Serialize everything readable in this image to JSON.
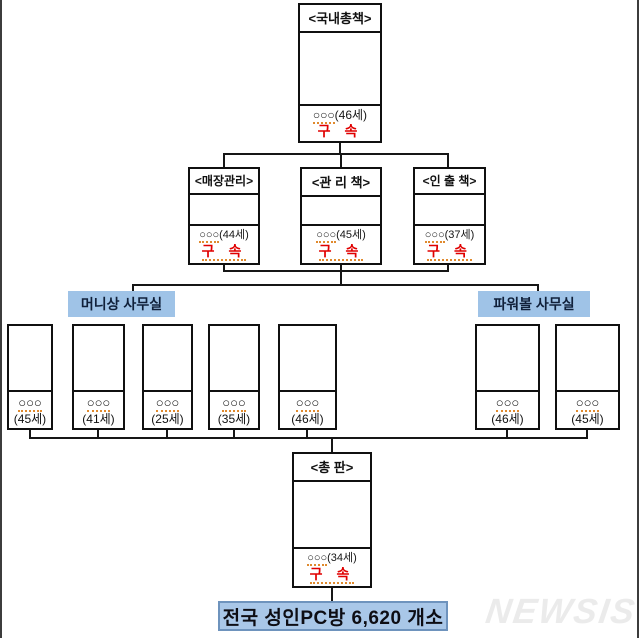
{
  "org": {
    "top": {
      "title": "<국내총책>",
      "circles": "○○○",
      "age": "(46세)",
      "status": "구 속"
    },
    "level2": [
      {
        "title": "<매장관리>",
        "circles": "○○○",
        "age": "(44세)",
        "status": "구 속"
      },
      {
        "title": "<관 리 책>",
        "circles": "○○○",
        "age": "(45세)",
        "status": "구 속"
      },
      {
        "title": "<인 출 책>",
        "circles": "○○○",
        "age": "(37세)",
        "status": "구 속"
      }
    ],
    "office_left": "머니상 사무실",
    "office_right": "파워볼 사무실",
    "members": [
      {
        "circles": "○○○",
        "age": "(45세)"
      },
      {
        "circles": "○○○",
        "age": "(41세)"
      },
      {
        "circles": "○○○",
        "age": "(25세)"
      },
      {
        "circles": "○○○",
        "age": "(35세)"
      },
      {
        "circles": "○○○",
        "age": "(46세)"
      },
      {
        "circles": "○○○",
        "age": "(46세)"
      },
      {
        "circles": "○○○",
        "age": "(45세)"
      }
    ],
    "distributor": {
      "title": "<총 판>",
      "circles": "○○○",
      "age": "(34세)",
      "status": "구 속"
    },
    "banner": "전국 성인PC방 6,620 개소",
    "watermark": "NEWSIS"
  },
  "colors": {
    "status_red": "#e00000",
    "office_blue": "#9fc3e7",
    "banner_blue": "#a9c7e8",
    "banner_border": "#6e93bd",
    "line_black": "#161616",
    "watermark_gray": "#ebebeb"
  }
}
